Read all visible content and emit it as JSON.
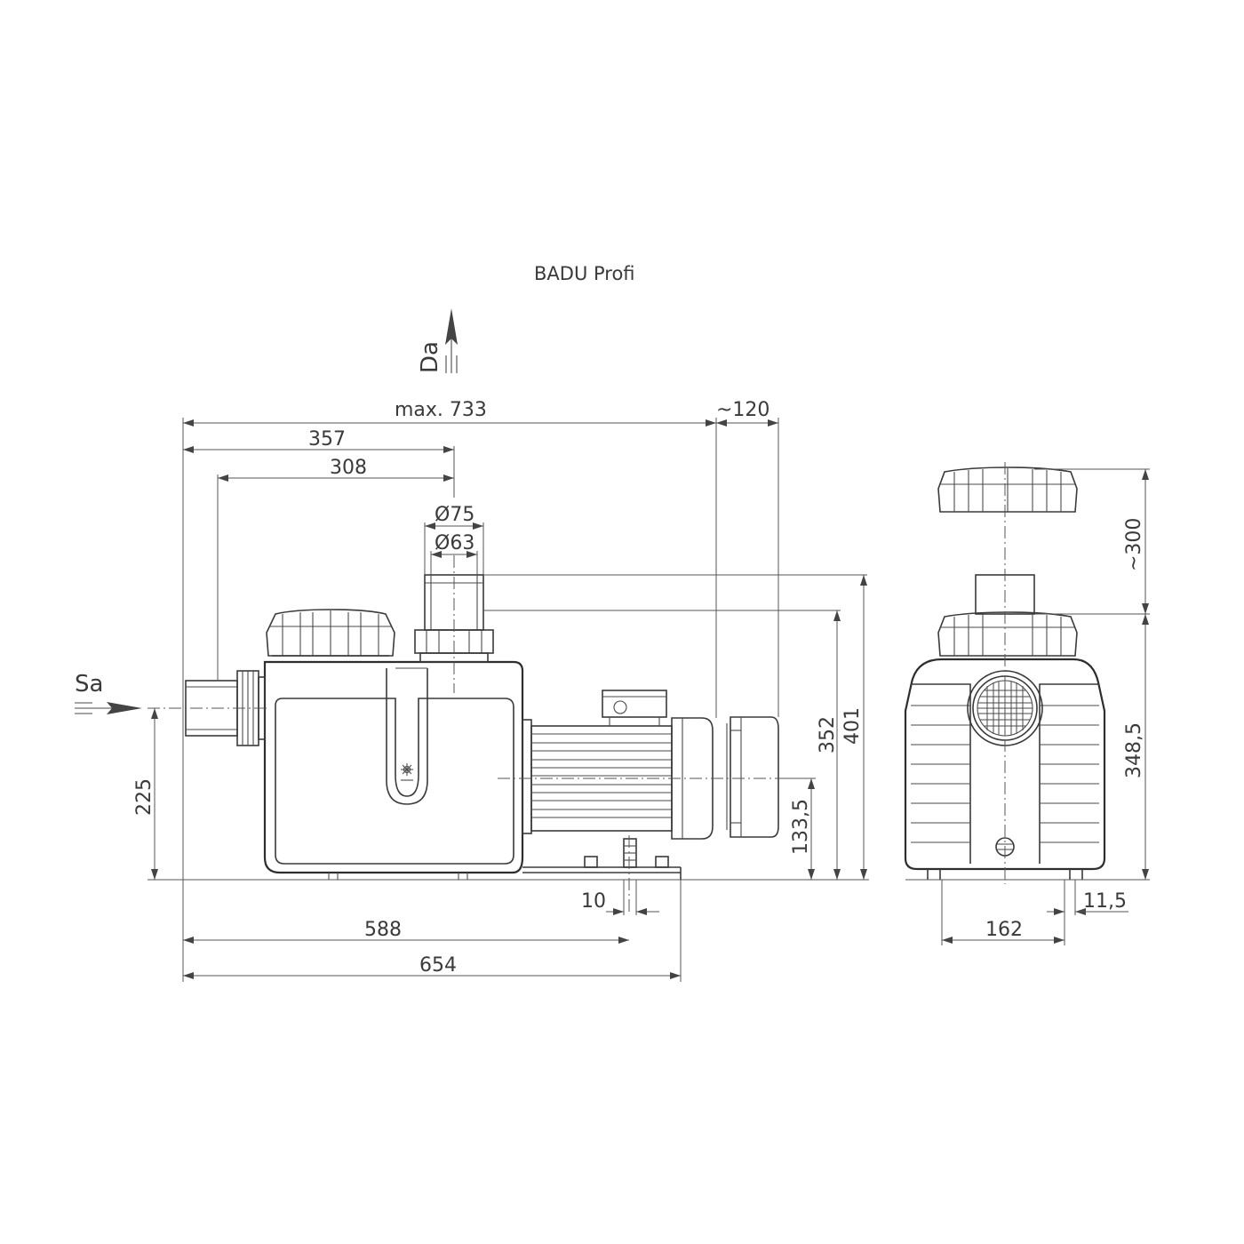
{
  "title": "BADU Profi",
  "flow_labels": {
    "suction": "Sa",
    "discharge": "Da"
  },
  "side_view": {
    "dims": {
      "overall_length": "max. 733",
      "cover_clearance": "~120",
      "to_outlet_center": "357",
      "suction_to_outlet": "308",
      "outlet_outer_diameter": "Ø75",
      "outlet_inner_diameter": "Ø63",
      "inlet_height": "225",
      "shaft_height": "133,5",
      "outlet_height": "352",
      "total_height": "401",
      "foot_slot": "10",
      "to_foot_slot": "588",
      "base_length": "654"
    }
  },
  "front_view": {
    "dims": {
      "lid_clearance": "~300",
      "height": "348,5",
      "foot_spacing": "162",
      "foot_slot": "11,5"
    }
  },
  "colors": {
    "line": "#3a3a3a",
    "background": "#ffffff"
  }
}
